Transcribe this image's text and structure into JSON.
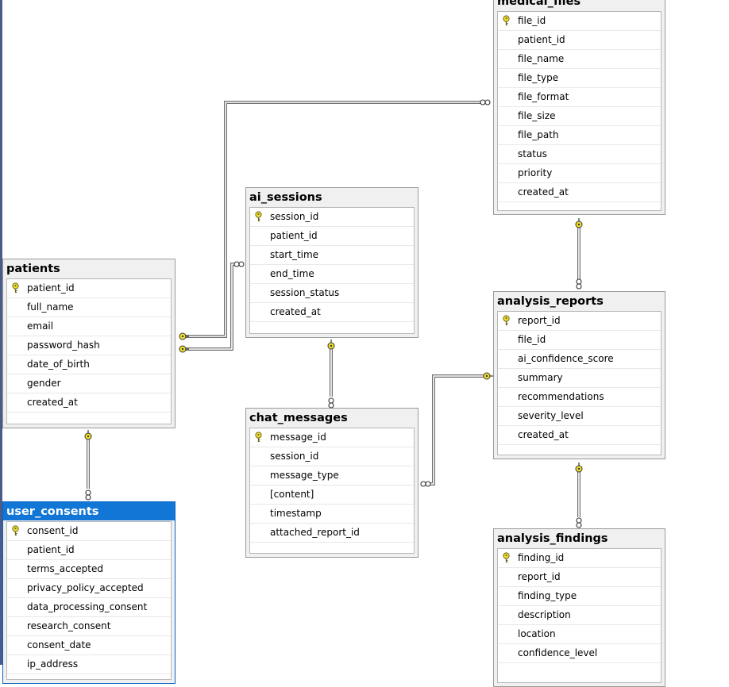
{
  "tables": [
    {
      "id": "medical_files",
      "name": "medical_files",
      "selected": false,
      "columns": [
        {
          "name": "file_id",
          "pk": true
        },
        {
          "name": "patient_id"
        },
        {
          "name": "file_name"
        },
        {
          "name": "file_type"
        },
        {
          "name": "file_format"
        },
        {
          "name": "file_size"
        },
        {
          "name": "file_path"
        },
        {
          "name": "status"
        },
        {
          "name": "priority"
        },
        {
          "name": "created_at"
        }
      ]
    },
    {
      "id": "ai_sessions",
      "name": "ai_sessions",
      "selected": false,
      "columns": [
        {
          "name": "session_id",
          "pk": true
        },
        {
          "name": "patient_id"
        },
        {
          "name": "start_time"
        },
        {
          "name": "end_time"
        },
        {
          "name": "session_status"
        },
        {
          "name": "created_at"
        }
      ]
    },
    {
      "id": "patients",
      "name": "patients",
      "selected": false,
      "columns": [
        {
          "name": "patient_id",
          "pk": true
        },
        {
          "name": "full_name"
        },
        {
          "name": "email"
        },
        {
          "name": "password_hash"
        },
        {
          "name": "date_of_birth"
        },
        {
          "name": "gender"
        },
        {
          "name": "created_at"
        }
      ]
    },
    {
      "id": "analysis_reports",
      "name": "analysis_reports",
      "selected": false,
      "columns": [
        {
          "name": "report_id",
          "pk": true
        },
        {
          "name": "file_id"
        },
        {
          "name": "ai_confidence_score"
        },
        {
          "name": "summary"
        },
        {
          "name": "recommendations"
        },
        {
          "name": "severity_level"
        },
        {
          "name": "created_at"
        }
      ]
    },
    {
      "id": "chat_messages",
      "name": "chat_messages",
      "selected": false,
      "columns": [
        {
          "name": "message_id",
          "pk": true
        },
        {
          "name": "session_id"
        },
        {
          "name": "message_type"
        },
        {
          "name": "[content]"
        },
        {
          "name": "timestamp"
        },
        {
          "name": "attached_report_id"
        }
      ]
    },
    {
      "id": "user_consents",
      "name": "user_consents",
      "selected": true,
      "columns": [
        {
          "name": "consent_id",
          "pk": true
        },
        {
          "name": "patient_id"
        },
        {
          "name": "terms_accepted"
        },
        {
          "name": "privacy_policy_accepted"
        },
        {
          "name": "data_processing_consent"
        },
        {
          "name": "research_consent"
        },
        {
          "name": "consent_date"
        },
        {
          "name": "ip_address"
        }
      ]
    },
    {
      "id": "analysis_findings",
      "name": "analysis_findings",
      "selected": false,
      "columns": [
        {
          "name": "finding_id",
          "pk": true
        },
        {
          "name": "report_id"
        },
        {
          "name": "finding_type"
        },
        {
          "name": "description"
        },
        {
          "name": "location"
        },
        {
          "name": "confidence_level"
        }
      ]
    }
  ],
  "relationships": [
    {
      "from": "patients",
      "to": "medical_files"
    },
    {
      "from": "patients",
      "to": "ai_sessions"
    },
    {
      "from": "patients",
      "to": "user_consents"
    },
    {
      "from": "ai_sessions",
      "to": "chat_messages"
    },
    {
      "from": "medical_files",
      "to": "analysis_reports"
    },
    {
      "from": "analysis_reports",
      "to": "chat_messages"
    },
    {
      "from": "analysis_reports",
      "to": "analysis_findings"
    }
  ],
  "colors": {
    "selected_title": "#1176d6",
    "key_icon": "#f2e12a",
    "connector": "#707070"
  }
}
